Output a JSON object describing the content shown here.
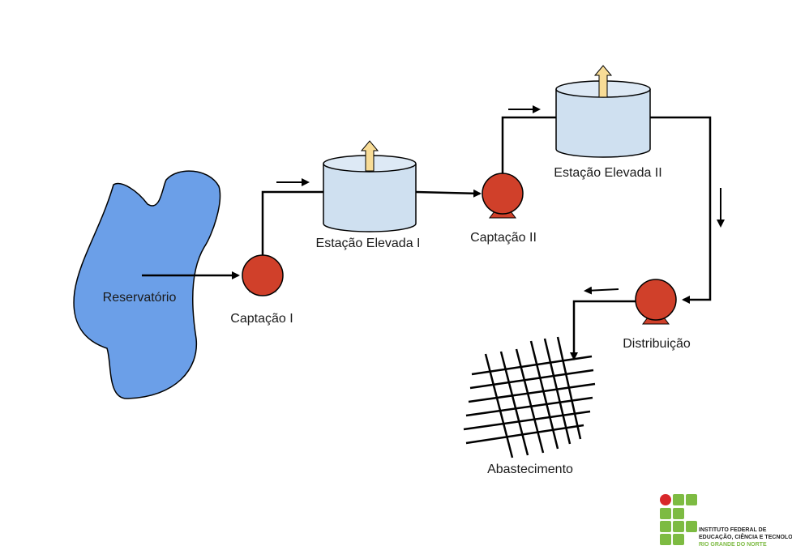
{
  "labels": {
    "reservoir": "Reservatório",
    "intake_1": "Captação I",
    "elevated_station_1": "Estação Elevada I",
    "intake_2": "Captação II",
    "elevated_station_2": "Estação Elevada II",
    "distribution": "Distribuição",
    "supply": "Abastecimento"
  },
  "logo": {
    "line1": "INSTITUTO FEDERAL DE",
    "line2": "EDUCAÇÃO, CIÊNCIA E TECNOLOGIA",
    "line3": "RIO GRANDE DO NORTE"
  },
  "colors": {
    "reservoir": "#6b9fe8",
    "pump": "#d0402a",
    "tank": "#cfe0f0",
    "tank_top": "#dde9f5",
    "vent_arrow": "#f8dc96",
    "logo_green": "#7dbb42",
    "logo_red": "#d8272a"
  }
}
